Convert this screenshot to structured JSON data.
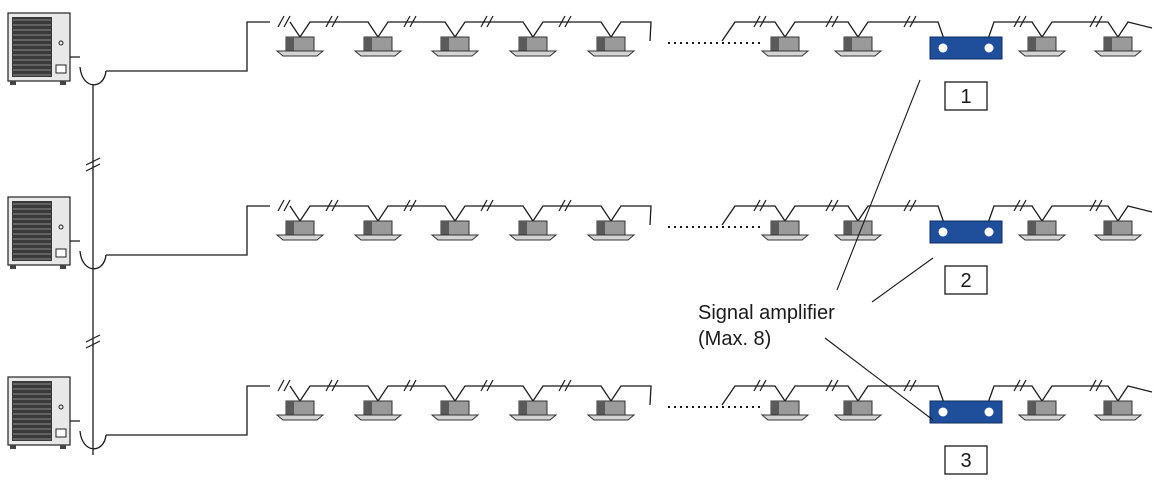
{
  "colors": {
    "line": "#1a1a1a",
    "amplifier_fill": "#1f4e9a",
    "amplifier_hole": "#ffffff",
    "unit_dark": "#5a5a5a",
    "unit_mid": "#9a9a9a",
    "unit_light": "#d4d4d4",
    "outdoor_body": "#e8e8e8",
    "outdoor_grille": "#3a3a3a"
  },
  "icons": {
    "outdoor_unit": "outdoor-unit-icon",
    "indoor_unit": "ceiling-cassette-indoor-unit-icon",
    "signal_amplifier": "signal-amplifier-icon",
    "wire_break": "wire-break-icon"
  },
  "rows": [
    {
      "amplifier_number": "1"
    },
    {
      "amplifier_number": "2"
    },
    {
      "amplifier_number": "3"
    }
  ],
  "callout": {
    "line1": "Signal amplifier",
    "line2": "(Max. 8)"
  }
}
